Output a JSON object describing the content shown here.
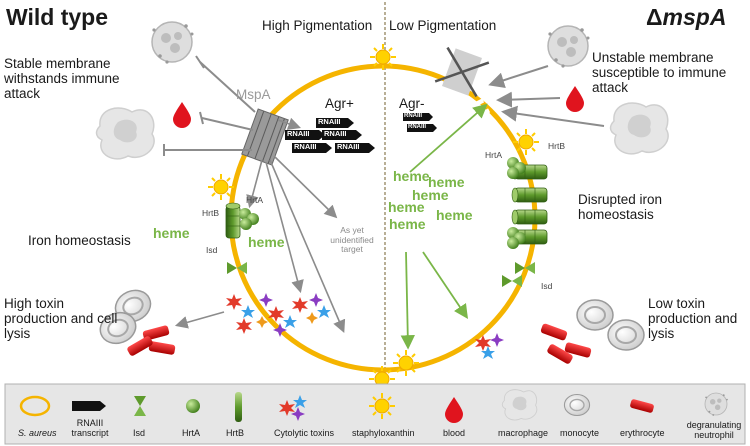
{
  "panel_left": {
    "title": "Wild type",
    "stable_membrane": "Stable membrane withstands immune attack",
    "iron": "Iron homeostasis",
    "toxin": "High toxin production and cell lysis",
    "pigmentation": "High Pigmentation",
    "mspa": "MspA",
    "agr": "Agr+",
    "target": "As yet unidentified target",
    "hrta": "HrtA",
    "hrtb": "HrtB",
    "isd": "Isd",
    "heme": "heme",
    "rnaiii": "RNAIII"
  },
  "panel_right": {
    "title_prefix": "Δ",
    "title_gene": "mspA",
    "unstable_membrane": "Unstable membrane susceptible to immune attack",
    "iron": "Disrupted iron homeostasis",
    "toxin": "Low toxin production and lysis",
    "pigmentation": "Low Pigmentation",
    "agr": "Agr-",
    "hrta": "HrtA",
    "hrtb": "HrtB",
    "isd": "Isd",
    "heme": "heme"
  },
  "legend": {
    "items": [
      {
        "label": "S. aureus",
        "icon": "s-aureus-ring-icon"
      },
      {
        "label": "RNAIII transcript",
        "icon": "rnaiii-tag-icon"
      },
      {
        "label": "Isd",
        "icon": "isd-bowtie-icon"
      },
      {
        "label": "HrtA",
        "icon": "hrta-sphere-icon"
      },
      {
        "label": "HrtB",
        "icon": "hrtb-cylinder-icon"
      },
      {
        "label": "Cytolytic toxins",
        "icon": "toxins-star-icon"
      },
      {
        "label": "staphyloxanthin",
        "icon": "staphyloxanthin-sun-icon"
      },
      {
        "label": "blood",
        "icon": "blood-drop-icon"
      },
      {
        "label": "macrophage",
        "icon": "macrophage-icon"
      },
      {
        "label": "monocyte",
        "icon": "monocyte-icon"
      },
      {
        "label": "erythrocyte",
        "icon": "erythrocyte-icon"
      },
      {
        "label": "degranulating neutrophil",
        "icon": "neutrophil-icon"
      }
    ]
  },
  "colors": {
    "membrane": "#f5b400",
    "heme": "#7ab648",
    "blood": "#e0141e",
    "arrow": "#8c8c8c",
    "legend_bg": "#e6e6e6"
  }
}
